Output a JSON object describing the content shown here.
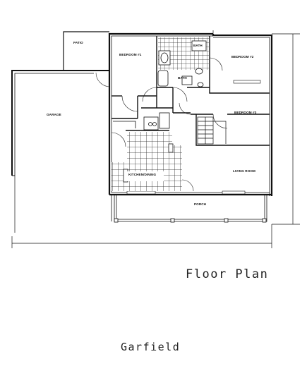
{
  "title": "Floor Plan",
  "plan_name": "Garfield",
  "rooms": {
    "patio": {
      "label": "PATIO",
      "sub": ""
    },
    "garage": {
      "label": "GARAGE",
      "sub": ""
    },
    "bedroom1": {
      "label": "BEDROOM #1",
      "sub": ""
    },
    "bath1": {
      "label": "BATH",
      "sub": ""
    },
    "bath2": {
      "label": "BATH",
      "sub": ""
    },
    "bedroom2": {
      "label": "BEDROOM #2",
      "sub": ""
    },
    "bedroom3": {
      "label": "BEDROOM #3",
      "sub": ""
    },
    "kitchen": {
      "label": "KITCHEN/DINING",
      "sub": ""
    },
    "living": {
      "label": "LIVING ROOM",
      "sub": ""
    },
    "porch": {
      "label": "PORCH",
      "sub": ""
    }
  }
}
